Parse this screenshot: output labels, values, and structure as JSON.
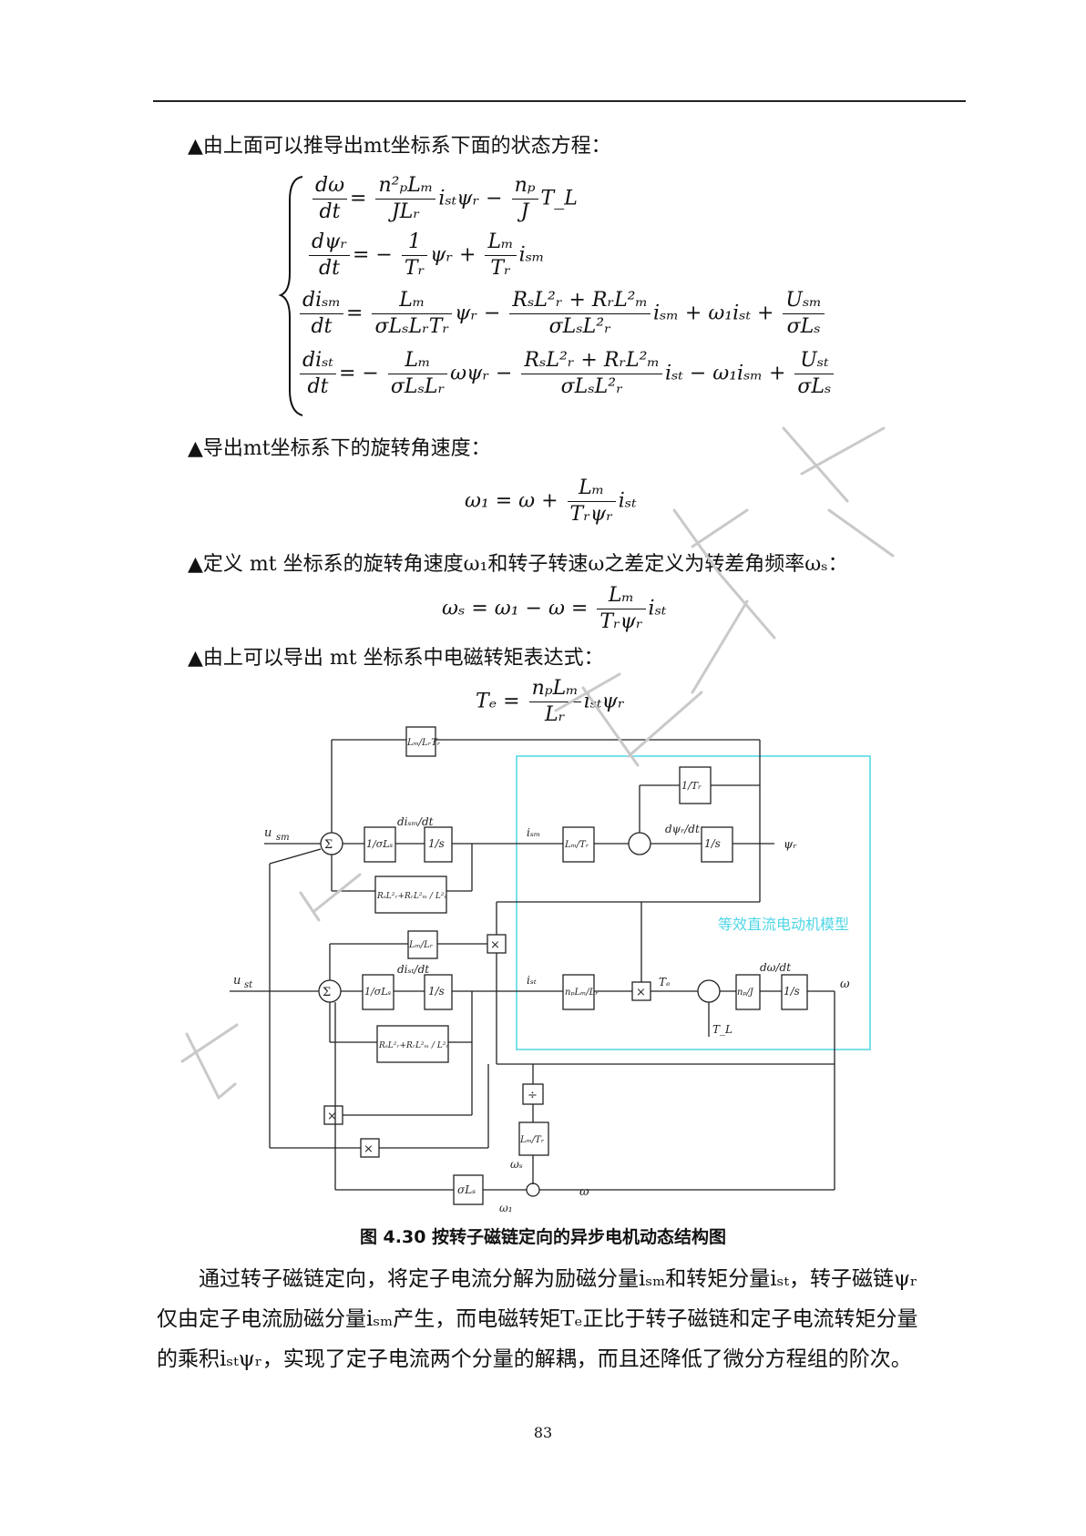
{
  "para1": "▲由上面可以推导出mt坐标系下面的状态方程：",
  "para2": "▲导出mt坐标系下的旋转角速度：",
  "para3": "▲定义 mt 坐标系的旋转角速度ω₁和转子转速ω之差定义为转差角频率ωₛ：",
  "para4": "▲由上可以导出 mt 坐标系中电磁转矩表达式：",
  "equations": {
    "e1_lhs_num": "dω",
    "e1_lhs_den": "dt",
    "e1_f1_num": "n²ₚLₘ",
    "e1_f1_den": "JLᵣ",
    "e1_t1": "iₛₜψᵣ −",
    "e1_f2_num": "nₚ",
    "e1_f2_den": "J",
    "e1_t2": "T_L",
    "e2_lhs_num": "dψᵣ",
    "e2_lhs_den": "dt",
    "e2_f1_num": "1",
    "e2_f1_den": "Tᵣ",
    "e2_t1": "ψᵣ +",
    "e2_f2_num": "Lₘ",
    "e2_f2_den": "Tᵣ",
    "e2_t2": "iₛₘ",
    "e3_lhs_num": "diₛₘ",
    "e3_lhs_den": "dt",
    "e3_f1_num": "Lₘ",
    "e3_f1_den": "σLₛLᵣTᵣ",
    "e3_t1": "ψᵣ −",
    "e3_f2_num": "RₛL²ᵣ + RᵣL²ₘ",
    "e3_f2_den": "σLₛL²ᵣ",
    "e3_t2": "iₛₘ + ω₁iₛₜ +",
    "e3_f3_num": "Uₛₘ",
    "e3_f3_den": "σLₛ",
    "e4_lhs_num": "diₛₜ",
    "e4_lhs_den": "dt",
    "e4_f1_num": "Lₘ",
    "e4_f1_den": "σLₛLᵣ",
    "e4_t1": "ωψᵣ −",
    "e4_f2_num": "RₛL²ᵣ + RᵣL²ₘ",
    "e4_f2_den": "σLₛL²ᵣ",
    "e4_t2": "iₛₜ − ω₁iₛₘ +",
    "e4_f3_num": "Uₛₜ",
    "e4_f3_den": "σLₛ",
    "w1_lhs": "ω₁ = ω +",
    "w1_num": "Lₘ",
    "w1_den": "Tᵣψᵣ",
    "w1_rhs": "iₛₜ",
    "ws_lhs": "ωₛ = ω₁ − ω =",
    "ws_num": "Lₘ",
    "ws_den": "Tᵣψᵣ",
    "ws_rhs": "iₛₜ",
    "te_lhs": "Tₑ =",
    "te_num": "nₚLₘ",
    "te_den": "Lᵣ",
    "te_rhs": "iₛₜψᵣ"
  },
  "diagram": {
    "usm": "u",
    "usm_sub": "sm",
    "ust": "u",
    "ust_sub": "st",
    "sigma": "Σ",
    "inv_sigLs": "1/σLₛ",
    "dism_dt": "diₛₘ/dt",
    "dist_dt": "diₛₜ/dt",
    "one_over_s": "1/s",
    "lm_over_lrtr": "Lₘ/LᵣTᵣ",
    "lm_over_lr": "Lₘ/Lᵣ",
    "lm_over_tr": "Lₘ/Tᵣ",
    "r_term": "RₛL²ᵣ+RᵣL²ₘ / L²ᵣ",
    "inv_tr": "1/Tᵣ",
    "dpsi_dt": "dψᵣ/dt",
    "psi_r": "ψᵣ",
    "i_sm": "iₛₘ",
    "i_st": "iₛₜ",
    "np_lm_over_lr": "nₚLₘ/Lᵣ",
    "te": "Tₑ",
    "tl": "T_L",
    "np_over_j": "nₚ/J",
    "dw_dt": "dω/dt",
    "omega": "ω",
    "omega_s": "ωₛ",
    "omega_1": "ω₁",
    "sigma_ls": "σLₛ",
    "div": "÷",
    "times": "×",
    "dc_label": "等效直流电动机模型"
  },
  "caption": "图 4.30 按转子磁链定向的异步电机动态结构图",
  "body_text_1": "通过转子磁链定向，将定子电流分解为励磁分量iₛₘ和转矩分量iₛₜ，转子磁链ψᵣ",
  "body_text_2": "仅由定子电流励磁分量iₛₘ产生，而电磁转矩Tₑ正比于转子磁链和定子电流转矩分量",
  "body_text_3": "的乘积iₛₜψᵣ，实现了定子电流两个分量的解耦，而且还降低了微分方程组的阶次。",
  "page_number": "83",
  "colors": {
    "dc_box": "#4fd6e6",
    "watermark": "#c9c9c9"
  }
}
